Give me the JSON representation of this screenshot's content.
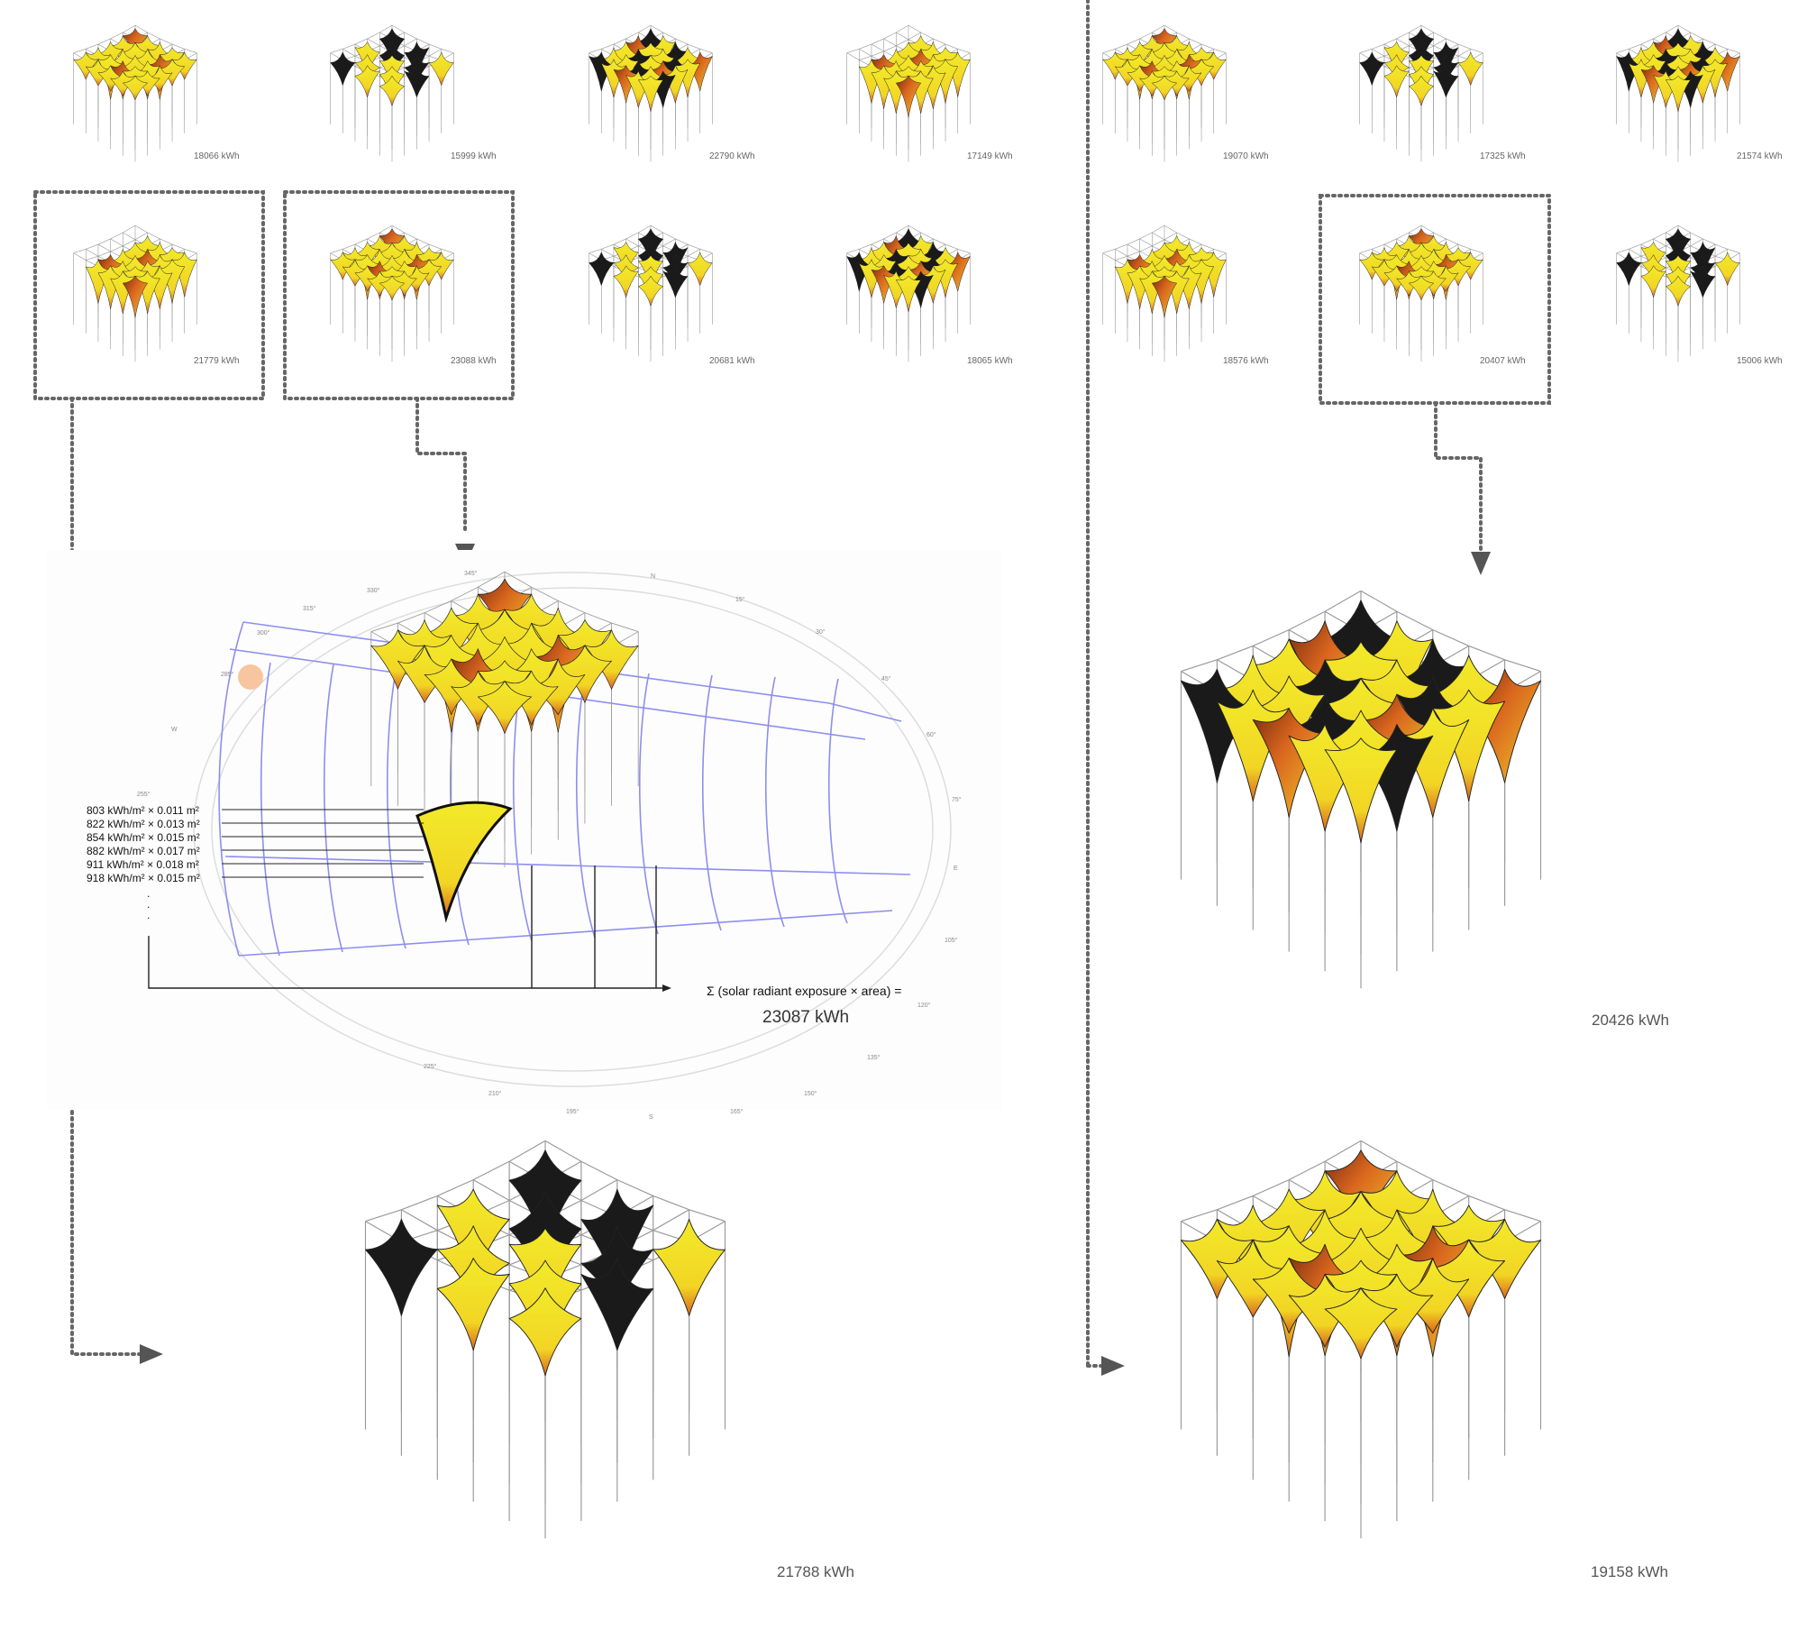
{
  "colors": {
    "canopy_yellow": "#f2ea2a",
    "canopy_orange": "#d9661e",
    "canopy_dark": "#1a1a1a",
    "frame_gray": "#9a9a9a",
    "sunpath_blue": "#8e8ef0",
    "sun_dot": "#f7c59f",
    "connector_dots": "#666666",
    "arrow_fill": "#555555"
  },
  "thumbnails": [
    {
      "label": "18066 kWh",
      "highlighted": false,
      "icon": "canopy-thumbnail-icon"
    },
    {
      "label": "15999 kWh",
      "highlighted": false,
      "icon": "canopy-thumbnail-icon"
    },
    {
      "label": "22790 kWh",
      "highlighted": false,
      "icon": "canopy-thumbnail-icon"
    },
    {
      "label": "17149 kWh",
      "highlighted": false,
      "icon": "canopy-thumbnail-icon"
    },
    {
      "label": "19070 kWh",
      "highlighted": false,
      "icon": "canopy-thumbnail-icon"
    },
    {
      "label": "17325 kWh",
      "highlighted": false,
      "icon": "canopy-thumbnail-icon"
    },
    {
      "label": "21574 kWh",
      "highlighted": false,
      "icon": "canopy-thumbnail-icon"
    },
    {
      "label": "21779 kWh",
      "highlighted": true,
      "icon": "canopy-thumbnail-icon"
    },
    {
      "label": "23088 kWh",
      "highlighted": true,
      "icon": "canopy-thumbnail-icon"
    },
    {
      "label": "20681 kWh",
      "highlighted": false,
      "icon": "canopy-thumbnail-icon"
    },
    {
      "label": "18065 kWh",
      "highlighted": false,
      "icon": "canopy-thumbnail-icon"
    },
    {
      "label": "18576 kWh",
      "highlighted": false,
      "icon": "canopy-thumbnail-icon"
    },
    {
      "label": "20407 kWh",
      "highlighted": true,
      "icon": "canopy-thumbnail-icon"
    },
    {
      "label": "15006 kWh",
      "highlighted": false,
      "icon": "canopy-thumbnail-icon"
    }
  ],
  "large_canopies": [
    {
      "label": "20426 kWh",
      "icon": "canopy-icon"
    },
    {
      "label": "21788 kWh",
      "icon": "canopy-icon"
    },
    {
      "label": "19158 kWh",
      "icon": "canopy-icon"
    }
  ],
  "sun_diagram": {
    "icon": "sun-path-diagram-icon",
    "equation_lines": [
      "803 kWh/m²  ×  0.011 m²",
      "822 kWh/m²  ×  0.013 m²",
      "854 kWh/m²  ×  0.015 m²",
      "882 kWh/m²  ×  0.017 m²",
      "911 kWh/m²  ×  0.018 m²",
      "918 kWh/m²  ×  0.015 m²"
    ],
    "ellipsis": ".",
    "sum_label": "Σ (solar radiant exposure × area) =",
    "sum_value": "23087 kWh",
    "directions": [
      "N",
      "15°",
      "30°",
      "45°",
      "60°",
      "75°",
      "E",
      "105°",
      "120°",
      "135°",
      "150°",
      "165°",
      "S",
      "195°",
      "210°",
      "225°",
      "255°",
      "W",
      "285°",
      "300°",
      "315°",
      "330°",
      "345°"
    ]
  }
}
